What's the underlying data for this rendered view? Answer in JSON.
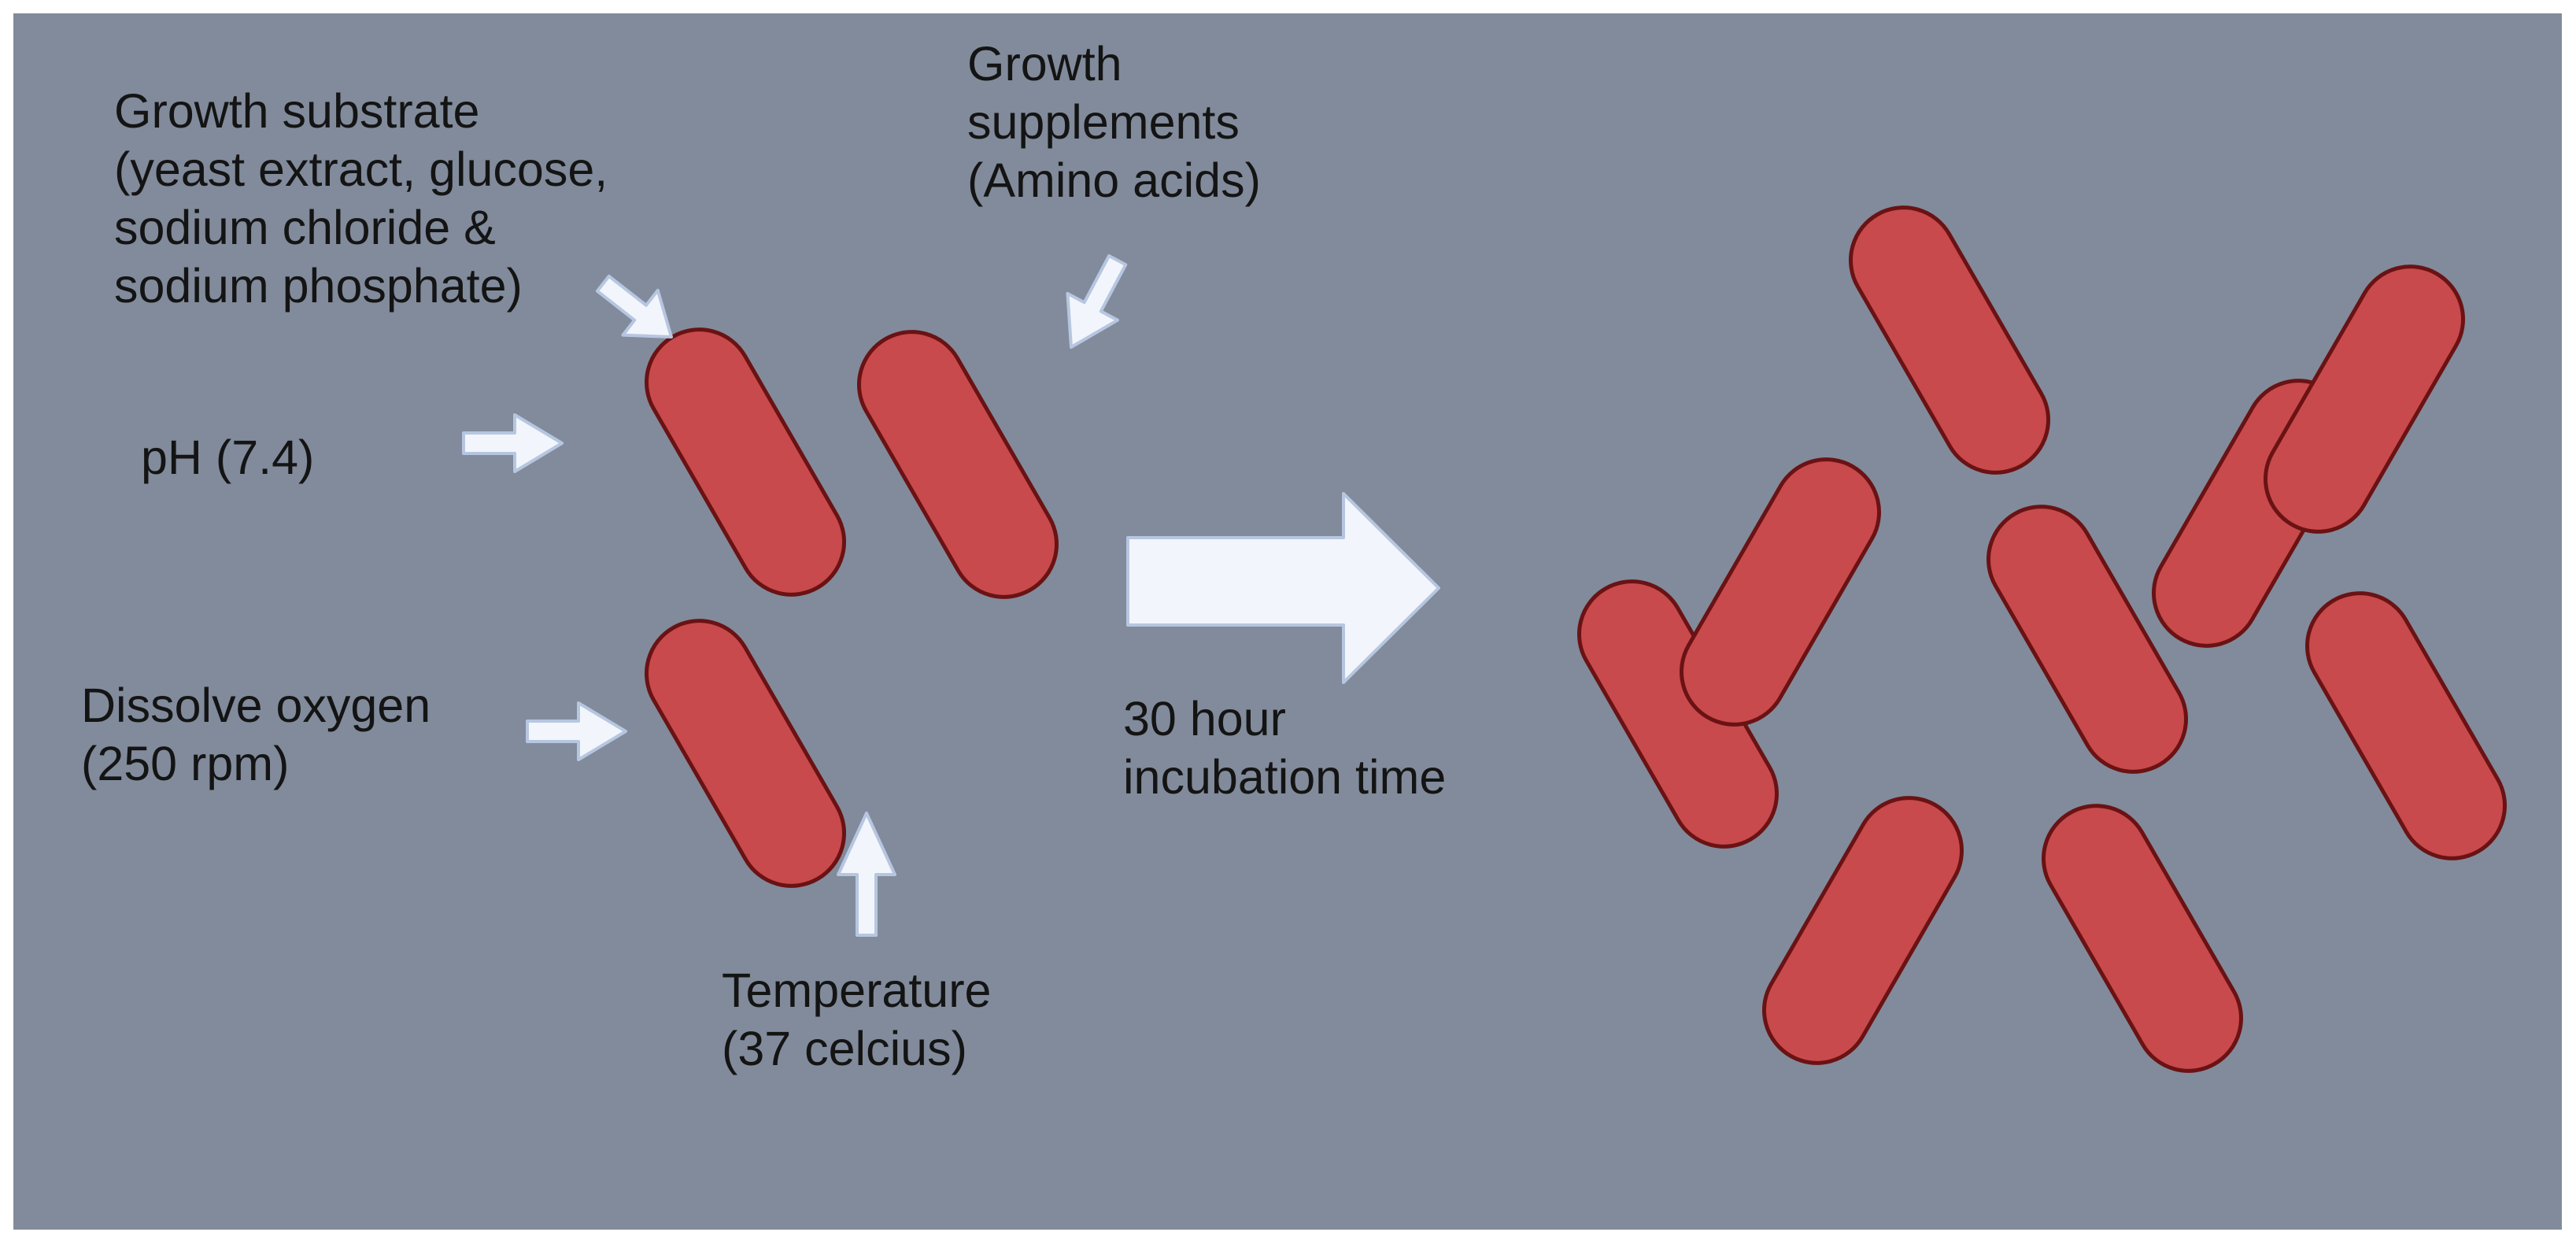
{
  "colors": {
    "background": "#818b9b",
    "bacterium_fill": "#c84a4c",
    "bacterium_stroke": "#6a1214",
    "arrow_fill": "#f2f6fc",
    "arrow_stroke": "#b7c6e0",
    "text": "#141414"
  },
  "labels": {
    "substrate": [
      "Growth substrate",
      "(yeast extract, glucose,",
      "sodium chloride &",
      "sodium phosphate)"
    ],
    "supplements": [
      "Growth",
      "supplements",
      "(Amino acids)"
    ],
    "ph": [
      "pH (7.4)"
    ],
    "oxygen": [
      "Dissolve oxygen",
      "(250 rpm)"
    ],
    "temperature": [
      "Temperature",
      "(37 celcius)"
    ],
    "incubation": [
      "30 hour",
      "incubation time"
    ]
  },
  "icons": {
    "input_arrow": "arrow-icon",
    "process_arrow": "block-arrow-icon",
    "cell": "rod-bacterium-icon"
  }
}
